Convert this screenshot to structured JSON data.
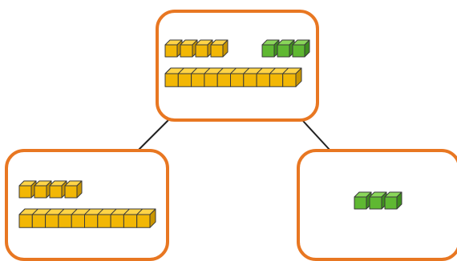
{
  "diagram": {
    "kind": "number-bond",
    "colors": {
      "box_border": "#E87722",
      "connector": "#222222",
      "yellow_face": "#F2B705",
      "yellow_top": "#FFD447",
      "yellow_side": "#C99500",
      "green_face": "#5FB832",
      "green_top": "#8AD65A",
      "green_side": "#3F8E1F",
      "cube_outline": "#3a3a3a"
    },
    "whole": {
      "yellow_ones": 4,
      "yellow_tens_rods": 1,
      "green_ones": 3
    },
    "part_left": {
      "yellow_ones": 4,
      "yellow_tens_rods": 1
    },
    "part_right": {
      "green_ones": 3
    }
  }
}
